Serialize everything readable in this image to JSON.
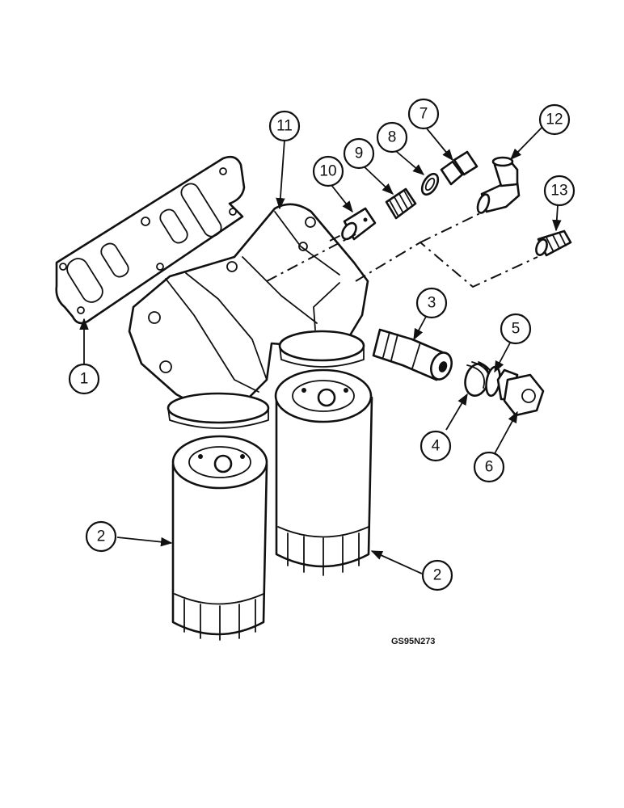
{
  "callouts": {
    "c1": "1",
    "c2a": "2",
    "c2b": "2",
    "c3": "3",
    "c4": "4",
    "c5": "5",
    "c6": "6",
    "c7": "7",
    "c8": "8",
    "c9": "9",
    "c10": "10",
    "c11": "11",
    "c12": "12",
    "c13": "13"
  },
  "drawing_code": "GS95N273"
}
